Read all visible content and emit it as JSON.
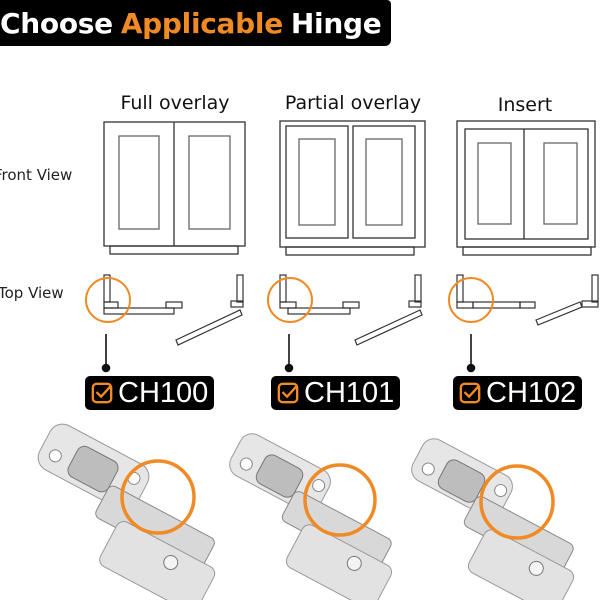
{
  "header": {
    "title_prefix": "Choose",
    "title_accent": "Applicable",
    "title_suffix": "Hinge"
  },
  "colors": {
    "accent": "#f08a24",
    "header_bg": "#000000",
    "badge_bg": "#000000",
    "line": "#333333"
  },
  "row_labels": {
    "front_view": "Front View",
    "top_view": "Top View"
  },
  "columns": [
    {
      "title": "Full overlay",
      "model": "CH100",
      "icon": "checkbox-checked-icon"
    },
    {
      "title": "Partial overlay",
      "model": "CH101",
      "icon": "checkbox-checked-icon"
    },
    {
      "title": "Insert",
      "model": "CH102",
      "icon": "checkbox-checked-icon"
    }
  ]
}
